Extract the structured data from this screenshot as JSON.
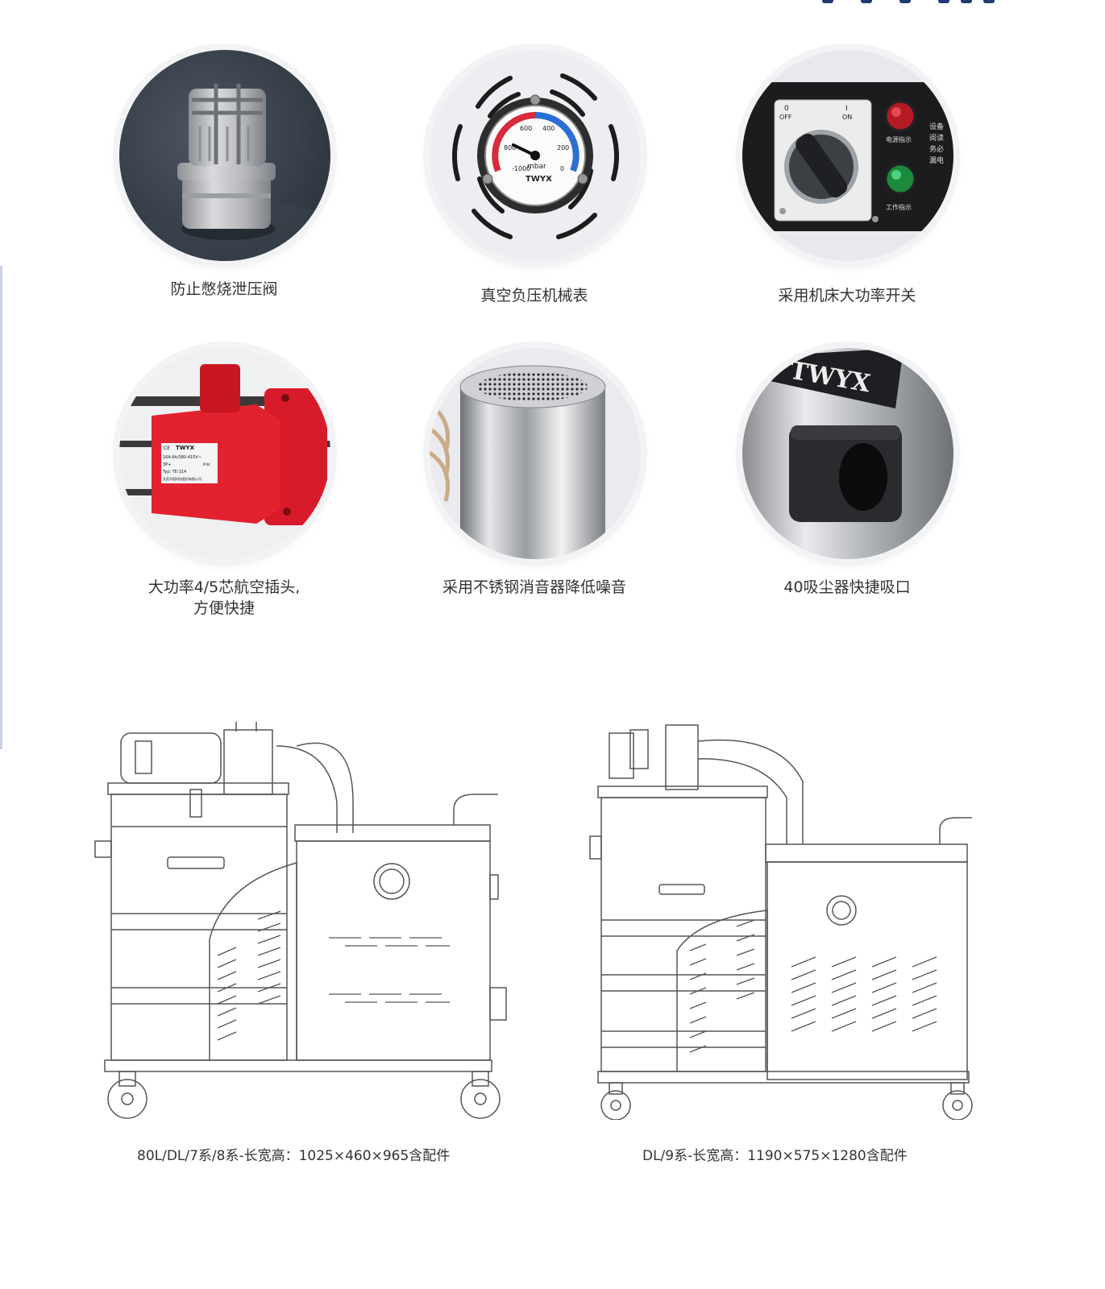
{
  "features": [
    {
      "caption": "防止憋烧泄压阀",
      "icon": "pressure-valve-icon"
    },
    {
      "caption": "真空负压机械表",
      "icon": "vacuum-gauge-icon",
      "gauge": {
        "unit": "mbar",
        "brand": "TWYX",
        "ticks": [
          "600",
          "400",
          "800",
          "200",
          "-1000",
          "0"
        ]
      }
    },
    {
      "caption": "采用机床大功率开关",
      "icon": "power-switch-icon",
      "switch": {
        "off": "OFF",
        "on": "ON",
        "zero": "0",
        "one": "I",
        "indicator_power": "电源指示",
        "indicator_work": "工作指示",
        "side_text": [
          "设备",
          "阅读",
          "务必",
          "漏电"
        ]
      }
    },
    {
      "caption_lines": [
        "大功率4/5芯航空插头,",
        "方便快捷"
      ],
      "icon": "aviation-plug-icon",
      "plug": {
        "brand": "TWYX",
        "ce": "CE",
        "spec": "16A-6h/380-415V~",
        "poles": "3P+",
        "ip": "IP44",
        "type": "Typ: TE-314",
        "maker": "东莞华固科技股份有限公司"
      }
    },
    {
      "caption": "采用不锈钢消音器降低噪音",
      "icon": "stainless-muffler-icon"
    },
    {
      "caption": "40吸尘器快捷吸口",
      "icon": "quick-inlet-icon",
      "inlet": {
        "brand": "TWYX"
      }
    }
  ],
  "diagrams": [
    {
      "caption": "80L/DL/7系/8系-长宽高：1025×460×965含配件",
      "icon": "vacuum-cleaner-diagram-80l"
    },
    {
      "caption": "DL/9系-长宽高：1190×575×1280含配件",
      "icon": "vacuum-cleaner-diagram-dl9"
    }
  ],
  "colors": {
    "accent": "#1f3b72",
    "ring": "#f1f3f5",
    "text": "#333333",
    "line": "#555555"
  }
}
